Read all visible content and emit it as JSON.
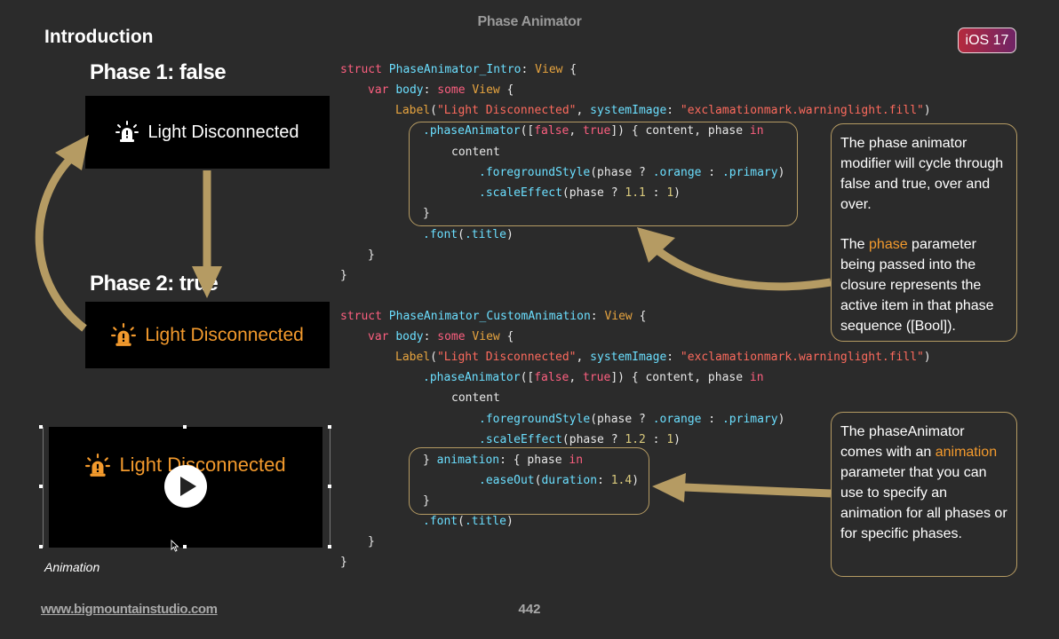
{
  "header": {
    "page_title": "Phase Animator",
    "section_title": "Introduction",
    "badge": "iOS 17"
  },
  "diagram": {
    "phase1_label": "Phase 1: false",
    "phase2_label": "Phase 2: true",
    "demo_text": "Light Disconnected",
    "demo_color_false": "#ffffff",
    "demo_color_true": "#f39a2d",
    "arrow_color": "#b59b63"
  },
  "video": {
    "text": "Light Disconnected",
    "caption": "Animation"
  },
  "code1": {
    "l1": [
      "struct ",
      "PhaseAnimator_Intro",
      ": ",
      "View",
      " {"
    ],
    "l2": [
      "var ",
      "body",
      ": ",
      "some ",
      "View",
      " {"
    ],
    "l3": [
      "Label",
      "(",
      "\"Light Disconnected\"",
      ", ",
      "systemImage",
      ": ",
      "\"exclamationmark.warninglight.fill\"",
      ")"
    ],
    "l4": [
      ".phaseAnimator",
      "([",
      "false",
      ", ",
      "true",
      "]) { content, phase ",
      "in"
    ],
    "l5": "content",
    "l6": [
      ".foregroundStyle",
      "(phase ? ",
      ".orange",
      " : ",
      ".primary",
      ")"
    ],
    "l7": [
      ".scaleEffect",
      "(phase ? ",
      "1.1",
      " : ",
      "1",
      ")"
    ],
    "l8": "}",
    "l9": [
      ".font",
      "(",
      ".title",
      ")"
    ],
    "l10": "}",
    "l11": "}"
  },
  "code2": {
    "l1": [
      "struct ",
      "PhaseAnimator_CustomAnimation",
      ": ",
      "View",
      " {"
    ],
    "l2": [
      "var ",
      "body",
      ": ",
      "some ",
      "View",
      " {"
    ],
    "l3": [
      "Label",
      "(",
      "\"Light Disconnected\"",
      ", ",
      "systemImage",
      ": ",
      "\"exclamationmark.warninglight.fill\"",
      ")"
    ],
    "l4": [
      ".phaseAnimator",
      "([",
      "false",
      ", ",
      "true",
      "]) { content, phase ",
      "in"
    ],
    "l5": "content",
    "l6": [
      ".foregroundStyle",
      "(phase ? ",
      ".orange",
      " : ",
      ".primary",
      ")"
    ],
    "l7": [
      ".scaleEffect",
      "(phase ? ",
      "1.2",
      " : ",
      "1",
      ")"
    ],
    "l8": [
      "} ",
      "animation",
      ": { phase ",
      "in"
    ],
    "l9": [
      ".easeOut",
      "(",
      "duration",
      ": ",
      "1.4",
      ")"
    ],
    "l10": "}",
    "l11": [
      ".font",
      "(",
      ".title",
      ")"
    ],
    "l12": "}",
    "l13": "}"
  },
  "note1": {
    "p1": "The phase animator modifier will cycle through false and true, over and over.",
    "p2_a": "The ",
    "p2_hl": "phase",
    "p2_b": " parameter being passed into the closure represents the active item in that phase sequence ([Bool])."
  },
  "note2": {
    "a": "The phaseAnimator comes with an ",
    "hl": "animation",
    "b": " parameter that you can use to specify an animation for all phases or for specific phases."
  },
  "footer": {
    "url": "www.bigmountainstudio.com",
    "page": "442"
  }
}
